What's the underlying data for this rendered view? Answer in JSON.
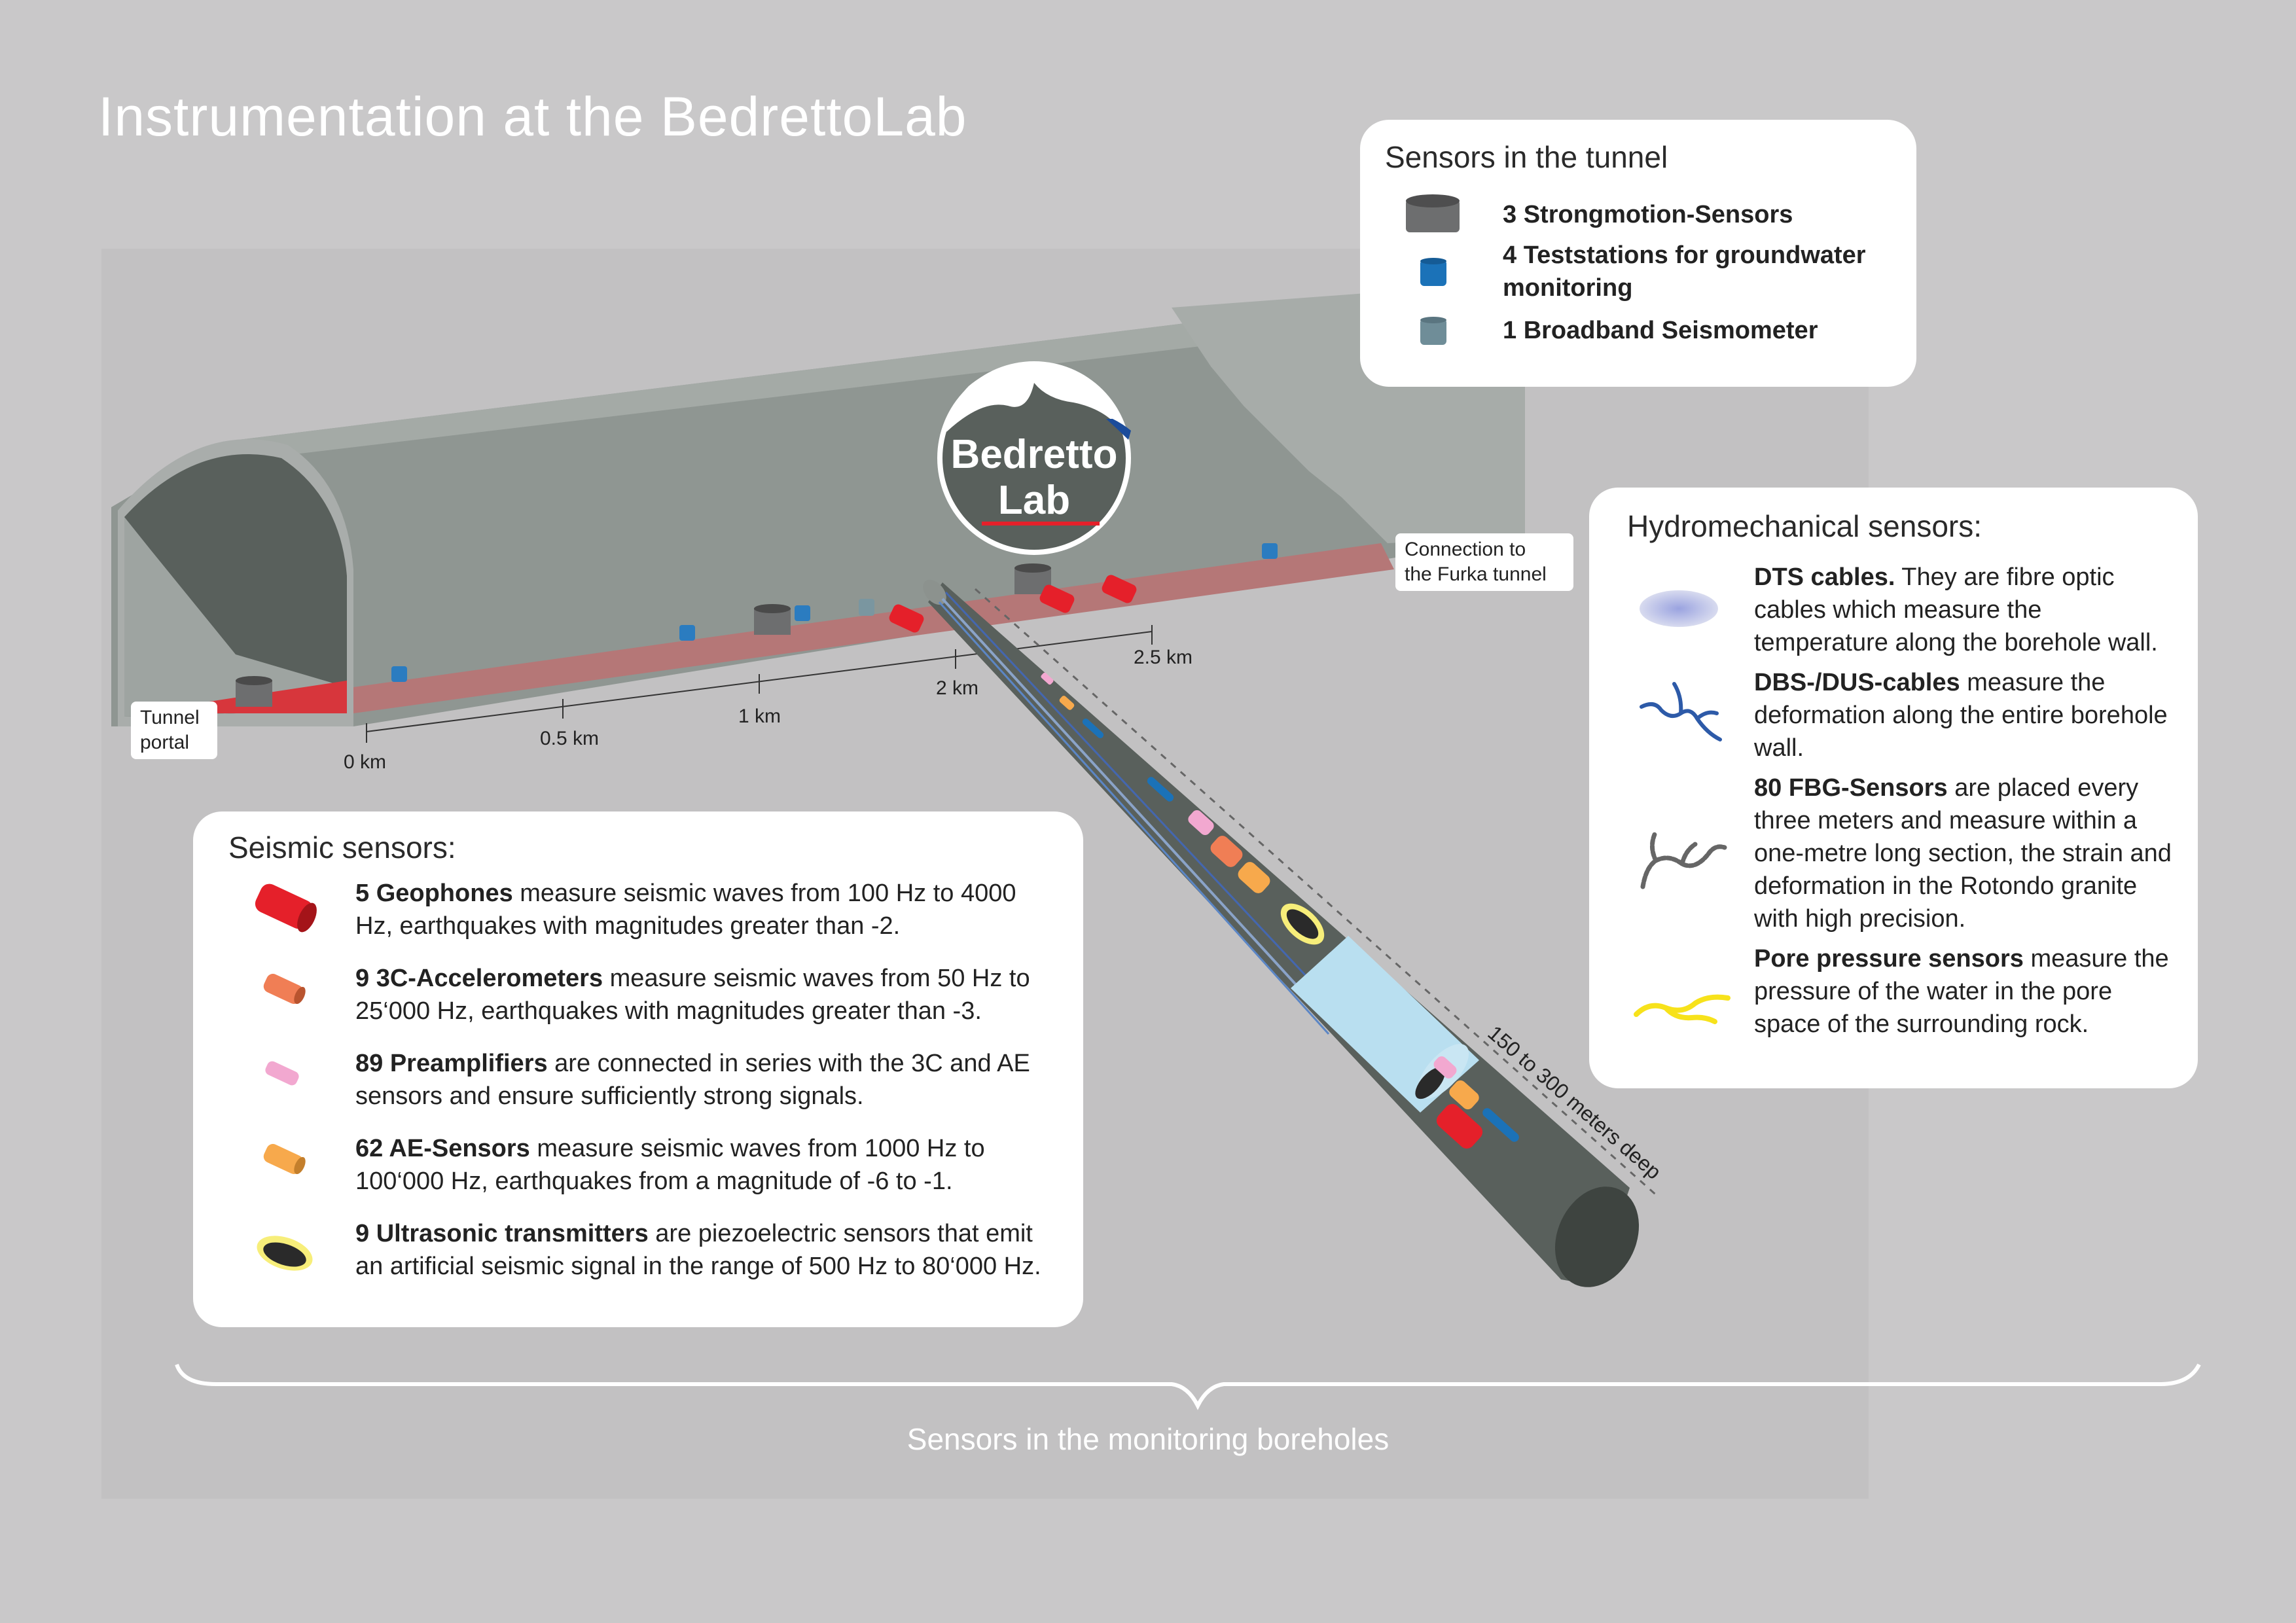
{
  "title": "Instrumentation at the BedrettoLab",
  "logo": {
    "line1": "Bedretto",
    "line2": "Lab"
  },
  "tunnel_labels": {
    "portal": [
      "Tunnel",
      "portal"
    ],
    "furka": [
      "Connection to",
      "the Furka tunnel"
    ],
    "km_marks": [
      "0 km",
      "0.5 km",
      "1 km",
      "2 km",
      "2.5 km"
    ],
    "depth": "150 to 300 meters deep"
  },
  "tunnel_sensors": {
    "title": "Sensors in the tunnel",
    "items": [
      {
        "bold": "3 Strongmotion-Sensors",
        "text": "",
        "icon": "strongmotion-sensor-icon",
        "color": "#6d6e6f"
      },
      {
        "bold": "4 Teststations for groundwater monitoring",
        "text": "",
        "icon": "teststation-icon",
        "color": "#1b72b8"
      },
      {
        "bold": "1 Broadband Seismometer",
        "text": "",
        "icon": "broadband-seismometer-icon",
        "color": "#6f8d98"
      }
    ]
  },
  "seismic_sensors": {
    "title": "Seismic sensors:",
    "items": [
      {
        "bold": "5 Geophones",
        "text": " measure seismic waves from 100 Hz to 4000 Hz, earthquakes with magnitudes greater than -2.",
        "icon": "geophone-icon",
        "color": "#e5202a"
      },
      {
        "bold": "9 3C-Accelerometers",
        "text": " measure seismic waves from 50 Hz to 25‘000 Hz, earthquakes with magnitudes greater than -3.",
        "icon": "accelerometer-icon",
        "color": "#f07e55"
      },
      {
        "bold": "89 Preamplifiers",
        "text": " are connected in series with the 3C and AE sensors and ensure sufficiently strong signals.",
        "icon": "preamplifier-icon",
        "color": "#f2a8d0"
      },
      {
        "bold": "62 AE-Sensors",
        "text": " measure seismic waves from 1000 Hz to 100‘000 Hz, earthquakes from a magnitude of -6 to -1.",
        "icon": "ae-sensor-icon",
        "color": "#f7a94c"
      },
      {
        "bold": "9 Ultrasonic transmitters",
        "text": " are piezoelectric sensors that emit an artificial seismic signal in the range of 500 Hz to 80‘000 Hz.",
        "icon": "ultrasonic-transmitter-icon",
        "color": "#f7ee7a"
      }
    ]
  },
  "hydro_sensors": {
    "title": "Hydromechanical sensors:",
    "items": [
      {
        "bold": "DTS cables.",
        "text": " They are fibre optic cables which measure the temperature along the borehole wall.",
        "icon": "dts-cable-icon",
        "color": "#b3b8e6"
      },
      {
        "bold": "DBS-/DUS-cables",
        "text": " measure the deformation along the entire borehole wall.",
        "icon": "dbs-dus-cable-icon",
        "color": "#2d5aa8"
      },
      {
        "bold": "80 FBG-Sensors",
        "text": " are placed every three meters and measure within a one-metre long section, the strain and deformation in the Rotondo granite with high precision.",
        "icon": "fbg-sensor-icon",
        "color": "#666666"
      },
      {
        "bold": "Pore pressure sensors",
        "text": " measure the pressure of the water in the pore space of the surrounding rock.",
        "icon": "pore-pressure-sensor-icon",
        "color": "#f7e21b"
      }
    ]
  },
  "footer": "Sensors in the monitoring boreholes",
  "colors": {
    "background": "#c9c8c9",
    "tunnel": "#8e9591",
    "tunnel_floor": "#b57777",
    "borehole": "#59605c",
    "accent_red": "#e5202a"
  }
}
